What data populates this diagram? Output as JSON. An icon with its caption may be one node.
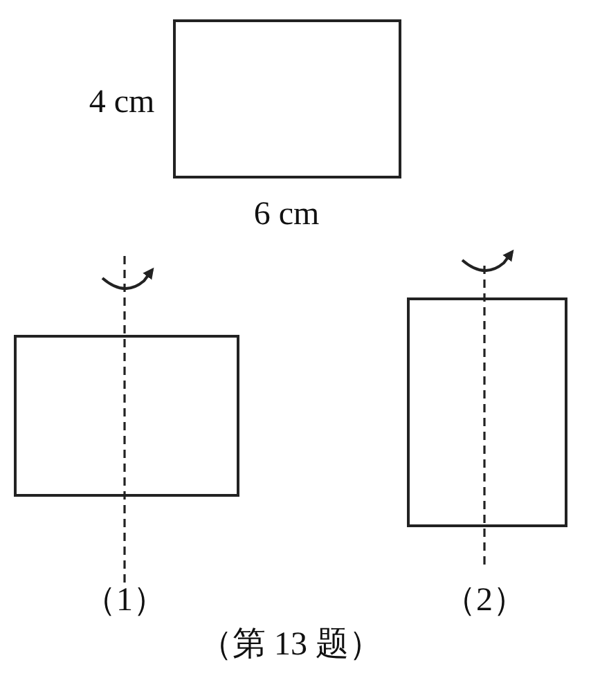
{
  "diagram": {
    "caption": "（第 13 题）",
    "nodes": [
      {
        "text": [],
        "shape": "box"
      },
      {
        "text": [],
        "shape": "box",
        "beside": [
          "（1）"
        ]
      },
      {
        "text": [],
        "shape": "box",
        "beside": [
          "（2）"
        ]
      }
    ],
    "labels": [
      "4 cm",
      "6 cm"
    ]
  }
}
